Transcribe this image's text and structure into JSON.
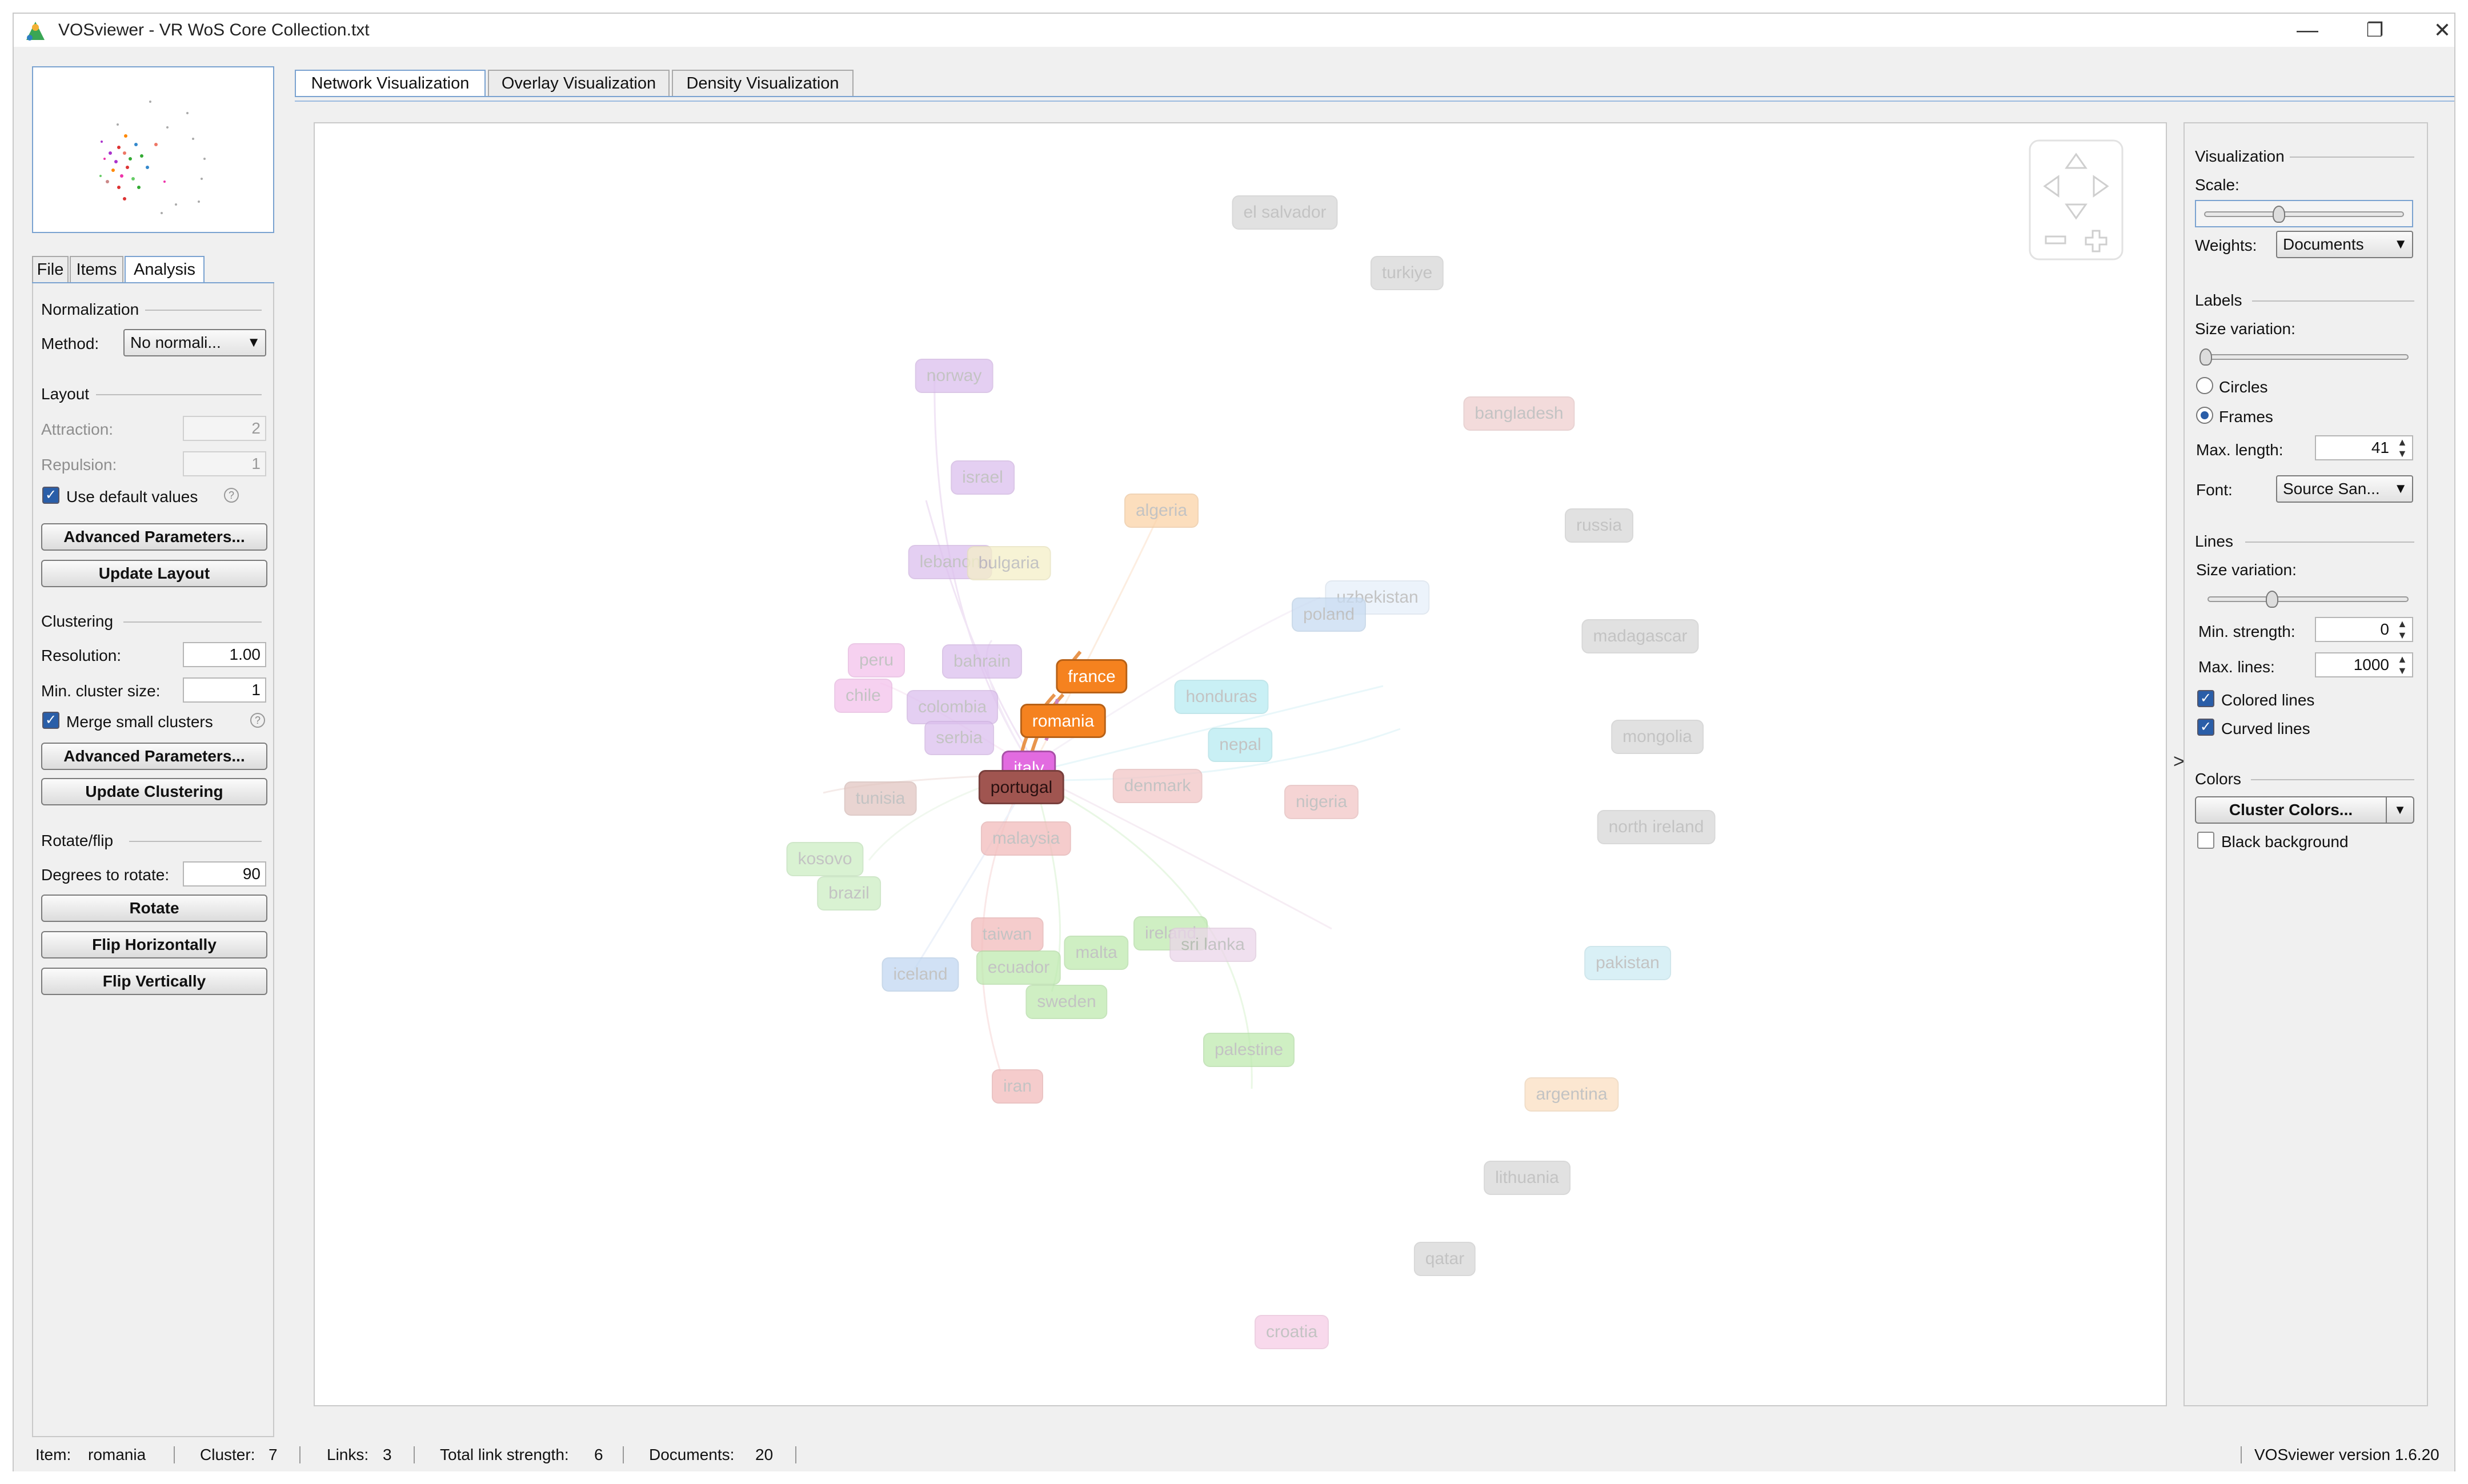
{
  "window": {
    "title": "VOSviewer - VR WoS Core Collection.txt",
    "minimize_glyph": "—",
    "restore_glyph": "❐",
    "close_glyph": "✕"
  },
  "left_tabs": [
    "File",
    "Items",
    "Analysis"
  ],
  "normalization": {
    "header": "Normalization",
    "method_label": "Method:",
    "method_value": "No normali..."
  },
  "layout": {
    "header": "Layout",
    "attraction_label": "Attraction:",
    "attraction_value": "2",
    "repulsion_label": "Repulsion:",
    "repulsion_value": "1",
    "use_default_label": "Use default values",
    "advanced_button": "Advanced Parameters...",
    "update_button": "Update Layout"
  },
  "clustering": {
    "header": "Clustering",
    "resolution_label": "Resolution:",
    "resolution_value": "1.00",
    "min_cluster_label": "Min. cluster size:",
    "min_cluster_value": "1",
    "merge_label": "Merge small clusters",
    "advanced_button": "Advanced Parameters...",
    "update_button": "Update Clustering"
  },
  "rotate": {
    "header": "Rotate/flip",
    "degrees_label": "Degrees to rotate:",
    "degrees_value": "90",
    "rotate_button": "Rotate",
    "flip_h_button": "Flip Horizontally",
    "flip_v_button": "Flip Vertically"
  },
  "view_tabs": [
    "Network Visualization",
    "Overlay Visualization",
    "Density Visualization"
  ],
  "nodes": [
    {
      "label": "el salvador",
      "color": "#d8d8d8",
      "active": false
    },
    {
      "label": "turkiye",
      "color": "#d8d8d8",
      "active": false
    },
    {
      "label": "norway",
      "color": "#dcc0ee",
      "active": false
    },
    {
      "label": "bangladesh",
      "color": "#f0d0d0",
      "active": false
    },
    {
      "label": "israel",
      "color": "#dcc0ee",
      "active": false
    },
    {
      "label": "russia",
      "color": "#d8d8d8",
      "active": false
    },
    {
      "label": "algeria",
      "color": "#fbd3a8",
      "active": false
    },
    {
      "label": "lebanon",
      "color": "#dcc0ee",
      "active": false
    },
    {
      "label": "bulgaria",
      "color": "#f5f0c8",
      "active": false
    },
    {
      "label": "uzbekistan",
      "color": "#e6f0fa",
      "active": false
    },
    {
      "label": "poland",
      "color": "#c8dcf2",
      "active": false
    },
    {
      "label": "madagascar",
      "color": "#d8d8d8",
      "active": false
    },
    {
      "label": "peru",
      "color": "#f4c2ec",
      "active": false
    },
    {
      "label": "bahrain",
      "color": "#dcc0ee",
      "active": false
    },
    {
      "label": "france",
      "color": "#f5821f",
      "active": true
    },
    {
      "label": "chile",
      "color": "#f4c2ec",
      "active": false
    },
    {
      "label": "colombia",
      "color": "#dcc0ee",
      "active": false
    },
    {
      "label": "honduras",
      "color": "#b8ecf2",
      "active": false
    },
    {
      "label": "romania",
      "color": "#f5821f",
      "active": true
    },
    {
      "label": "mongolia",
      "color": "#d8d8d8",
      "active": false
    },
    {
      "label": "serbia",
      "color": "#dcc0ee",
      "active": false
    },
    {
      "label": "nepal",
      "color": "#b8ecf2",
      "active": false
    },
    {
      "label": "italy",
      "color": "#e26be0",
      "active": true
    },
    {
      "label": "denmark",
      "color": "#f2c6c6",
      "active": false
    },
    {
      "label": "portugal",
      "color": "#a05550",
      "active": true
    },
    {
      "label": "tunisia",
      "color": "#e2c6c2",
      "active": false
    },
    {
      "label": "nigeria",
      "color": "#f2c6c6",
      "active": false
    },
    {
      "label": "north ireland",
      "color": "#d8d8d8",
      "active": false
    },
    {
      "label": "malaysia",
      "color": "#f2bcbc",
      "active": false
    },
    {
      "label": "kosovo",
      "color": "#cdeec4",
      "active": false
    },
    {
      "label": "brazil",
      "color": "#cdeec4",
      "active": false
    },
    {
      "label": "taiwan",
      "color": "#f2bcbc",
      "active": false
    },
    {
      "label": "ireland",
      "color": "#bfeab0",
      "active": false
    },
    {
      "label": "sri lanka",
      "color": "#ecd6ea",
      "active": false
    },
    {
      "label": "malta",
      "color": "#bfeab0",
      "active": false
    },
    {
      "label": "iceland",
      "color": "#c2d8f2",
      "active": false
    },
    {
      "label": "ecuador",
      "color": "#bfeab0",
      "active": false
    },
    {
      "label": "pakistan",
      "color": "#cdecf4",
      "active": false
    },
    {
      "label": "sweden",
      "color": "#bfeab0",
      "active": false
    },
    {
      "label": "palestine",
      "color": "#bfeab0",
      "active": false
    },
    {
      "label": "argentina",
      "color": "#fbe0c2",
      "active": false
    },
    {
      "label": "iran",
      "color": "#f2bcbc",
      "active": false
    },
    {
      "label": "lithuania",
      "color": "#d8d8d8",
      "active": false
    },
    {
      "label": "qatar",
      "color": "#d8d8d8",
      "active": false
    },
    {
      "label": "croatia",
      "color": "#f6cde6",
      "active": false
    }
  ],
  "toggle_arrow": ">",
  "visualization": {
    "header": "Visualization",
    "scale_label": "Scale:",
    "weights_label": "Weights:",
    "weights_value": "Documents"
  },
  "labels": {
    "header": "Labels",
    "size_variation_label": "Size variation:",
    "circles_label": "Circles",
    "frames_label": "Frames",
    "max_length_label": "Max. length:",
    "max_length_value": "41",
    "font_label": "Font:",
    "font_value": "Source San..."
  },
  "lines": {
    "header": "Lines",
    "size_variation_label": "Size variation:",
    "min_strength_label": "Min. strength:",
    "min_strength_value": "0",
    "max_lines_label": "Max. lines:",
    "max_lines_value": "1000",
    "colored_lines_label": "Colored lines",
    "curved_lines_label": "Curved lines"
  },
  "colors": {
    "header": "Colors",
    "cluster_colors_button": "Cluster Colors...",
    "black_background_label": "Black background"
  },
  "status": {
    "item_label": "Item:",
    "item_value": "romania",
    "cluster_label": "Cluster:",
    "cluster_value": "7",
    "links_label": "Links:",
    "links_value": "3",
    "tls_label": "Total link strength:",
    "tls_value": "6",
    "documents_label": "Documents:",
    "documents_value": "20",
    "version": "VOSviewer version 1.6.20"
  }
}
